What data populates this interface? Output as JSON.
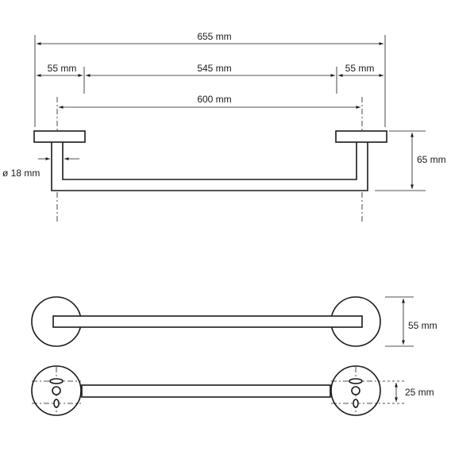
{
  "dimensions": {
    "overall_length": "655 mm",
    "left_flange": "55 mm",
    "bar_length": "545 mm",
    "right_flange": "55 mm",
    "mount_spacing": "600 mm",
    "tube_diameter": "ø 18 mm",
    "projection": "65 mm",
    "flange_diameter": "55 mm",
    "hole_spacing": "25 mm"
  }
}
